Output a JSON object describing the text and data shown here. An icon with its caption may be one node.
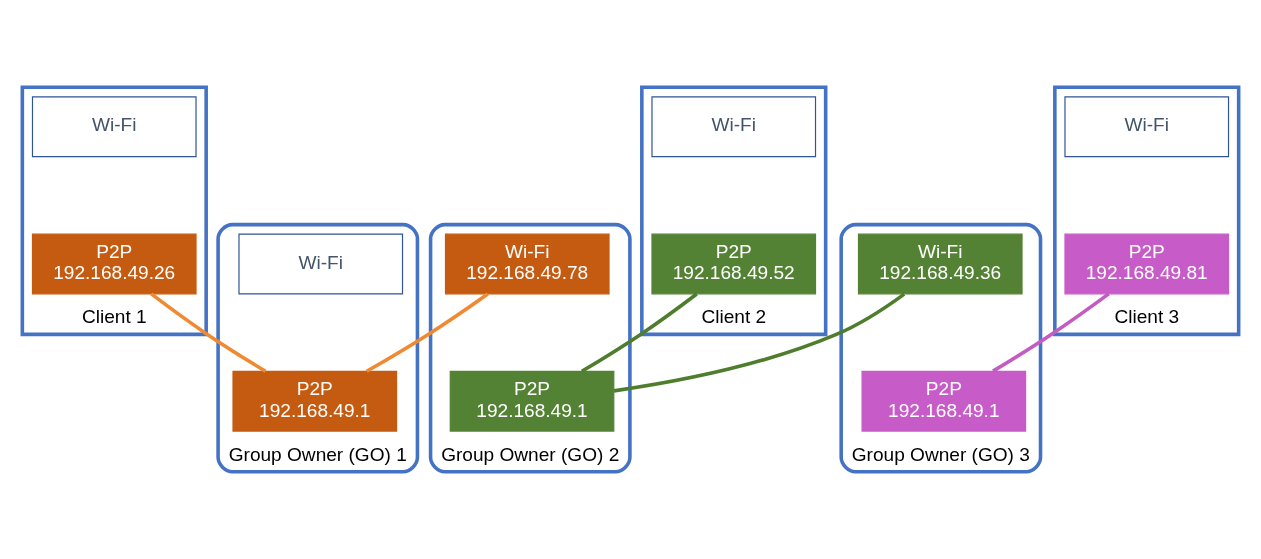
{
  "diagram": {
    "nodes": [
      {
        "text": [
          "Client 1"
        ]
      },
      {
        "text": [
          "Wi-Fi"
        ],
        "in": 0
      },
      {
        "text": [
          "P2P",
          "192.168.49.26"
        ],
        "in": 0
      },
      {
        "text": [
          "Client 2"
        ]
      },
      {
        "text": [
          "Wi-Fi"
        ],
        "in": 3
      },
      {
        "text": [
          "P2P",
          "192.168.49.52"
        ],
        "in": 3
      },
      {
        "text": [
          "Client 3"
        ]
      },
      {
        "text": [
          "Wi-Fi"
        ],
        "in": 6
      },
      {
        "text": [
          "P2P",
          "192.168.49.81"
        ],
        "in": 6
      },
      {
        "text": [
          "Group Owner (GO) 1"
        ]
      },
      {
        "text": [
          "Wi-Fi"
        ],
        "in": 9
      },
      {
        "text": [
          "P2P",
          "192.168.49.1"
        ],
        "in": 9
      },
      {
        "text": [
          "Group Owner (GO) 2"
        ]
      },
      {
        "text": [
          "Wi-Fi",
          "192.168.49.78"
        ],
        "in": 12
      },
      {
        "text": [
          "P2P",
          "192.168.49.1"
        ],
        "in": 12
      },
      {
        "text": [
          "Group Owner (GO) 3"
        ]
      },
      {
        "text": [
          "Wi-Fi",
          "192.168.49.36"
        ],
        "in": 15
      },
      {
        "text": [
          "P2P",
          "192.168.49.1"
        ],
        "in": 15
      }
    ],
    "edges": [
      {
        "from": 2,
        "to": 11,
        "arrow": "none",
        "color": "#f08a32"
      },
      {
        "from": 11,
        "to": 13,
        "arrow": "none",
        "color": "#f08a32"
      },
      {
        "from": 5,
        "to": 14,
        "arrow": "none",
        "color": "#4e7d2e"
      },
      {
        "from": 14,
        "to": 16,
        "arrow": "none",
        "color": "#4e7d2e"
      },
      {
        "from": 8,
        "to": 17,
        "arrow": "none",
        "color": "#c35bc2"
      }
    ]
  }
}
